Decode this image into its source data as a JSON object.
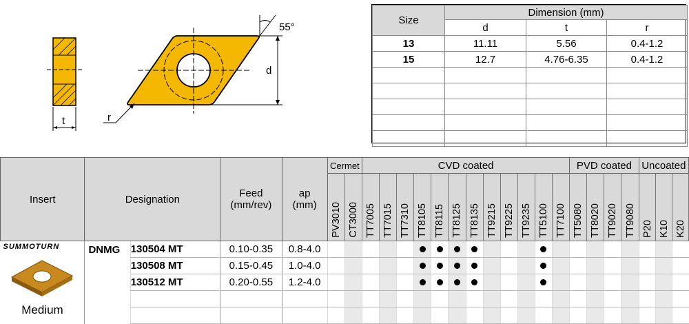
{
  "diagram": {
    "angle_label": "55°",
    "d_label": "d",
    "t_label": "t",
    "r_label": "r"
  },
  "dim_table": {
    "size_header": "Size",
    "dimension_header": "Dimension (mm)",
    "cols": [
      "d",
      "t",
      "r"
    ],
    "rows": [
      {
        "size": "13",
        "d": "11.11",
        "t": "5.56",
        "r": "0.4-1.2"
      },
      {
        "size": "15",
        "d": "12.7",
        "t": "4.76-6.35",
        "r": "0.4-1.2"
      },
      {
        "size": "",
        "d": "",
        "t": "",
        "r": ""
      },
      {
        "size": "",
        "d": "",
        "t": "",
        "r": ""
      },
      {
        "size": "",
        "d": "",
        "t": "",
        "r": ""
      },
      {
        "size": "",
        "d": "",
        "t": "",
        "r": ""
      },
      {
        "size": "",
        "d": "",
        "t": "",
        "r": ""
      }
    ]
  },
  "main_table": {
    "insert_header": "Insert",
    "designation_header": "Designation",
    "feed_header_1": "Feed",
    "feed_header_2": "(mm/rev)",
    "ap_header_1": "ap",
    "ap_header_2": "(mm)",
    "groups": [
      "Cermet",
      "CVD coated",
      "PVD coated",
      "Uncoated"
    ],
    "grades": [
      "PV3010",
      "CT3000",
      "TT7005",
      "TT7015",
      "TT7310",
      "TT8105",
      "TT8115",
      "TT8125",
      "TT8135",
      "TT9215",
      "TT9225",
      "TT9235",
      "TT5100",
      "TT7100",
      "TT5080",
      "TT8020",
      "TT9020",
      "TT9080",
      "P20",
      "K10",
      "K20"
    ],
    "logo_text": "SUMMOTURN",
    "insert_label": "Medium",
    "designation_prefix": "DNMG",
    "rows": [
      {
        "code": "130504 MT",
        "feed": "0.10-0.35",
        "ap": "0.8-4.0",
        "dots": [
          "TT8105",
          "TT8115",
          "TT8125",
          "TT8135",
          "TT5100"
        ]
      },
      {
        "code": "130508 MT",
        "feed": "0.15-0.45",
        "ap": "1.0-4.0",
        "dots": [
          "TT8105",
          "TT8115",
          "TT8125",
          "TT8135",
          "TT5100"
        ]
      },
      {
        "code": "130512 MT",
        "feed": "0.20-0.55",
        "ap": "1.2-4.0",
        "dots": [
          "TT8105",
          "TT8115",
          "TT8125",
          "TT8135",
          "TT5100"
        ]
      },
      {
        "code": "",
        "feed": "",
        "ap": "",
        "dots": []
      },
      {
        "code": "",
        "feed": "",
        "ap": "",
        "dots": []
      }
    ]
  }
}
